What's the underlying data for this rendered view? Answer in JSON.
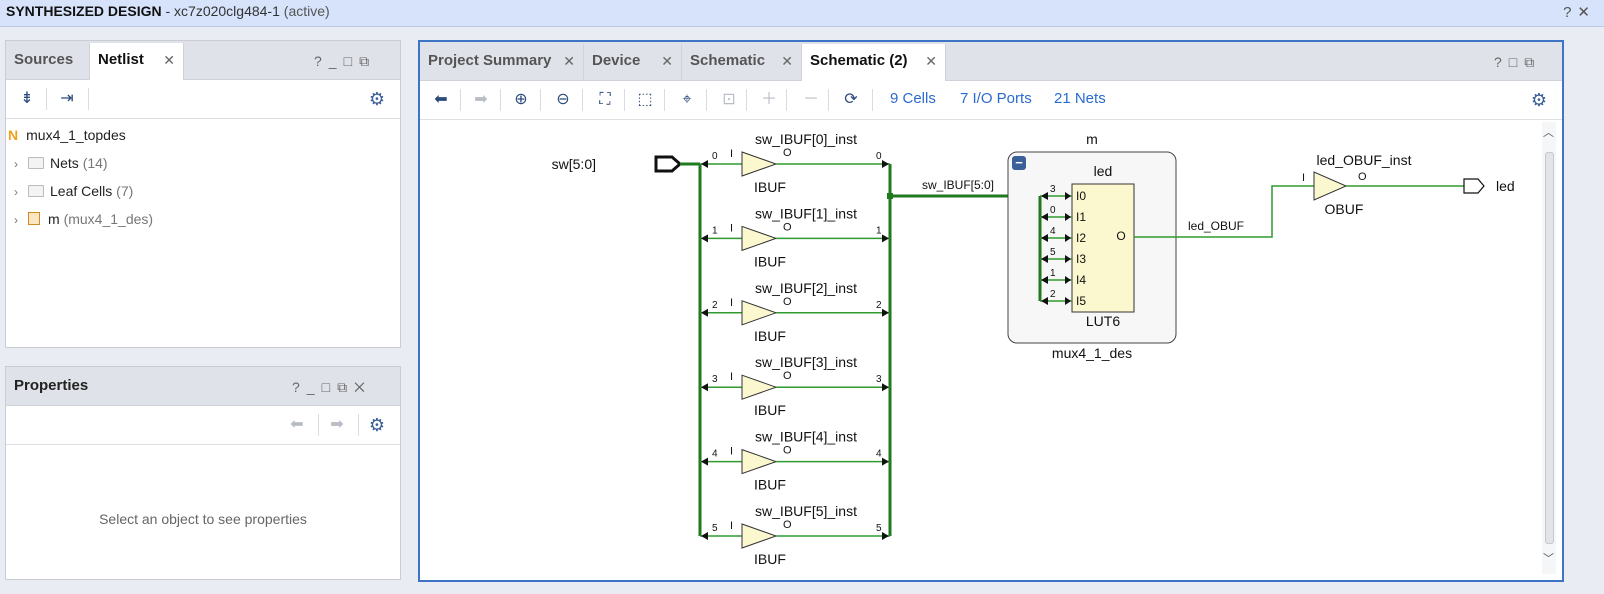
{
  "window": {
    "title_bold": "SYNTHESIZED DESIGN",
    "title_part": "- xc7z020clg484-1",
    "title_state": "(active)",
    "help": "?",
    "close": "✕"
  },
  "netlist_panel": {
    "tabs": [
      "Sources",
      "Netlist"
    ],
    "active_tab": "Netlist",
    "close": "✕",
    "tree": {
      "root": "mux4_1_topdes",
      "root_icon": "N",
      "items": [
        {
          "label": "Nets",
          "count": "(14)"
        },
        {
          "label": "Leaf Cells",
          "count": "(7)"
        },
        {
          "label": "m",
          "count": "(mux4_1_des)"
        }
      ]
    }
  },
  "properties_panel": {
    "title": "Properties",
    "placeholder": "Select an object to see properties"
  },
  "schematic_panel": {
    "tabs": [
      "Project Summary",
      "Device",
      "Schematic",
      "Schematic (2)"
    ],
    "active_tab": "Schematic (2)",
    "close": "✕",
    "stats": [
      "9 Cells",
      "7 I/O Ports",
      "21 Nets"
    ]
  },
  "schematic": {
    "input_port": "sw[5:0]",
    "output_port": "led",
    "ibuf_type": "IBUF",
    "pin_in": "I",
    "pin_out": "O",
    "ibufs": [
      {
        "name": "sw_IBUF[0]_inst",
        "bit": "0"
      },
      {
        "name": "sw_IBUF[1]_inst",
        "bit": "1"
      },
      {
        "name": "sw_IBUF[2]_inst",
        "bit": "2"
      },
      {
        "name": "sw_IBUF[3]_inst",
        "bit": "3"
      },
      {
        "name": "sw_IBUF[4]_inst",
        "bit": "4"
      },
      {
        "name": "sw_IBUF[5]_inst",
        "bit": "5"
      }
    ],
    "bus_label": "sw_IBUF[5:0]",
    "hier_cell_name": "m",
    "hier_cell_type": "mux4_1_des",
    "collapse_glyph": "−",
    "lut_name": "led",
    "lut_type": "LUT6",
    "lut_inputs": [
      {
        "pin": "I0",
        "bit": "3"
      },
      {
        "pin": "I1",
        "bit": "0"
      },
      {
        "pin": "I2",
        "bit": "4"
      },
      {
        "pin": "I3",
        "bit": "5"
      },
      {
        "pin": "I4",
        "bit": "1"
      },
      {
        "pin": "I5",
        "bit": "2"
      }
    ],
    "lut_output": "O",
    "out_net": "led_OBUF",
    "obuf_name": "led_OBUF_inst",
    "obuf_type": "OBUF"
  }
}
